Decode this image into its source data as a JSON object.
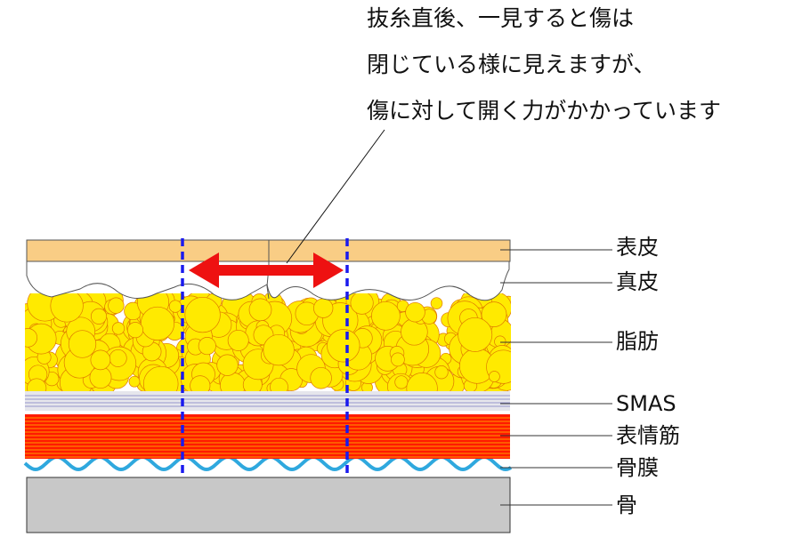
{
  "caption": {
    "lines": [
      "抜糸直後、一見すると傷は",
      "閉じている様に見えますが、",
      "傷に対して開く力がかかっています"
    ]
  },
  "layers": {
    "epidermis": "表皮",
    "dermis": "真皮",
    "fat": "脂肪",
    "smas": "SMAS",
    "muscle": "表情筋",
    "periosteum": "骨膜",
    "bone": "骨"
  },
  "colors": {
    "epidermis": "#f9cd85",
    "fat": "#ffea00",
    "fat_outline": "#e07a00",
    "smas": "#e6e6ec",
    "muscle": "#ff1a00",
    "periosteum": "#2fa8de",
    "bone": "#c8c8c8",
    "arrow": "#ee1111",
    "dash": "#1a1aee"
  },
  "icons": {
    "arrow": "double-headed-arrow-icon"
  }
}
